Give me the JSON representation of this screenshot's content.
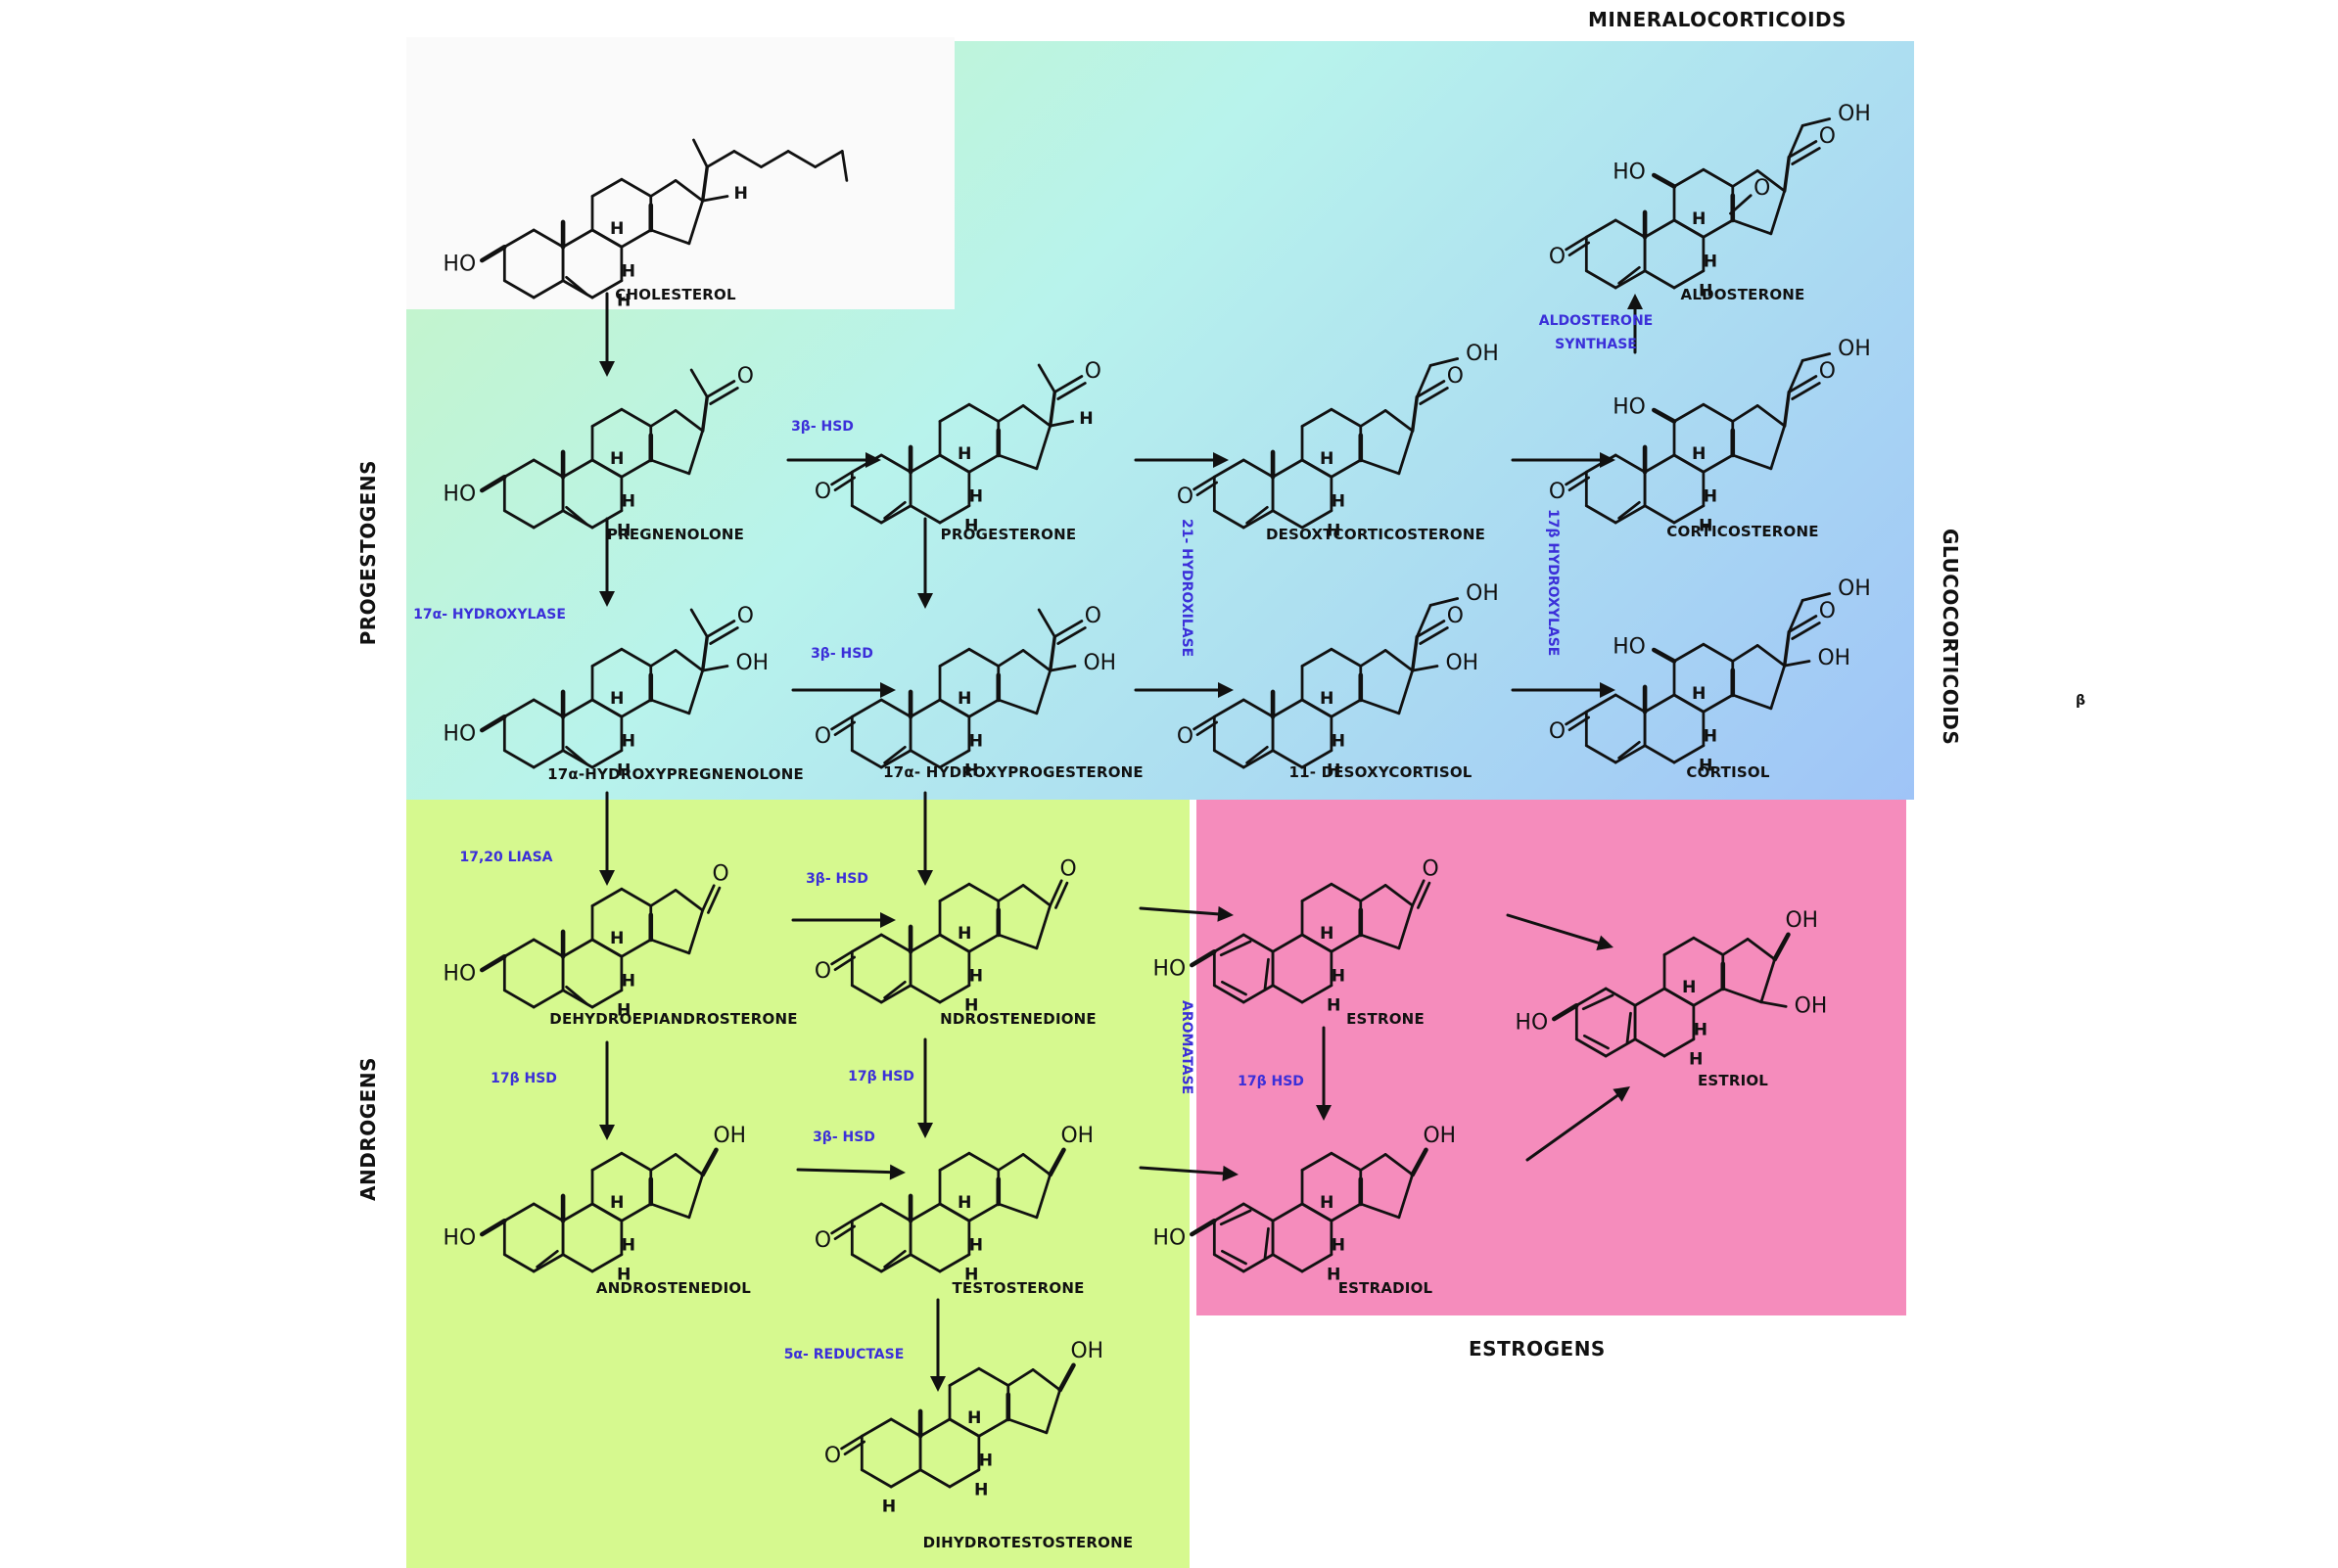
{
  "groups": {
    "mineralocorticoids": "MINERALOCORTICOIDS",
    "glucocorticoids": "GLUCOCORTICOIDS",
    "progestogens": "PROGESTOGENS",
    "androgens": "ANDROGENS",
    "estrogens": "ESTROGENS"
  },
  "stray_mark": "β",
  "colors": {
    "cholesterol_box": "#fafafa",
    "progestogen_grad_left": "#c8f5c2",
    "progestogen_grad_mid": "#b8f3ec",
    "progestogen_grad_right": "#9fc4f7",
    "androgen_box": "#d6f98f",
    "estrogen_box": "#f58cbc",
    "enzyme_text": "#3b2fd9",
    "structure_stroke": "#111111"
  },
  "compounds": {
    "cholesterol": "CHOLESTEROL",
    "pregnenolone": "PREGNENOLONE",
    "progesterone": "PROGESTERONE",
    "desoxycorticosterone": "DESOXTCORTICOSTERONE",
    "corticosterone": "CORTICOSTERONE",
    "aldosterone": "ALDOSTERONE",
    "hydroxypregnenolone": "17α-HYDROXYPREGNENOLONE",
    "hydroxyprogesterone": "17α- HYDROXYPROGESTERONE",
    "desoxycortisol": "11- DESOXYCORTISOL",
    "cortisol": "CORTISOL",
    "dhea": "DEHYDROEPIANDROSTERONE",
    "androstenedione": "NDROSTENEDIONE",
    "estrone": "ESTRONE",
    "estriol": "ESTRIOL",
    "androstenediol": "ANDROSTENEDIOL",
    "testosterone": "TESTOSTERONE",
    "estradiol": "ESTRADIOL",
    "dht": "DIHYDROTESTOSTERONE"
  },
  "enzymes": {
    "hsd_top": "3β- HSD",
    "hydroxylase_17a": "17α- HYDROXYLASE",
    "hsd_mid": "3β- HSD",
    "hydroxylase_21": "21- HYDROXILASE",
    "aldosterone_synthase_1": "ALDOSTERONE",
    "aldosterone_synthase_2": "SYNTHASE",
    "hydroxylase_17b": "17β HYDROXYLASE",
    "liasa": "17,20 LIASA",
    "hsd_andro": "3β- HSD",
    "aromatase": "AROMATASE",
    "hsd17_left": "17β HSD",
    "hsd17_mid": "17β HSD",
    "hsd_diol": "3β- HSD",
    "hsd17_estro": "17β HSD",
    "reductase": "5α- REDUCTASE"
  },
  "atoms": {
    "ho": "HO",
    "oh": "OH",
    "o": "O",
    "h": "H"
  }
}
